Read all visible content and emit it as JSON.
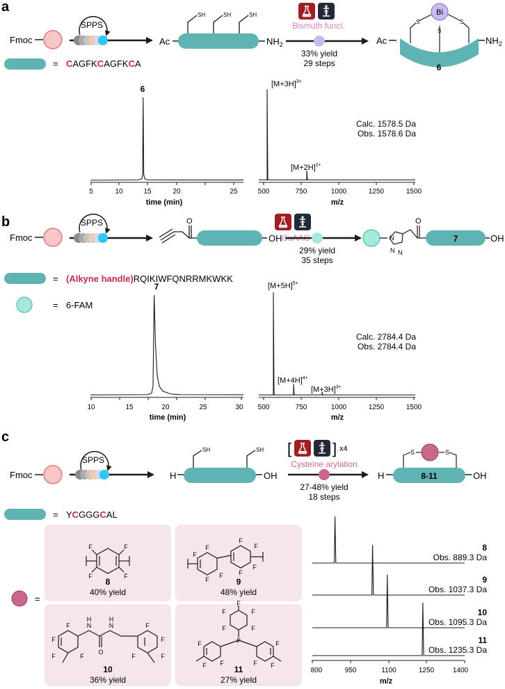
{
  "colors": {
    "peptide": "#5fb3b3",
    "fmoc_bead": "#f7c6c6",
    "fmoc_bead_stroke": "#e37a7a",
    "cys_highlight": "#c22a4a",
    "bismuth": "#c9b9f0",
    "bismuth_text": "#d97fb4",
    "fam": "#a8e8dc",
    "cysteine_arylation": "#c9678d",
    "aryl_box": "#f6e5ec",
    "icon_flask_bg": "#a01f24",
    "icon_robot_bg": "#222a3a"
  },
  "icons": [
    "flask-icon",
    "robot-arm-icon",
    "cycle-arrows-icon",
    "resin-bead-icon"
  ],
  "panel_a": {
    "letter": "a",
    "fmoc": "Fmoc",
    "spps": "SPPS",
    "linear": {
      "ac": "Ac",
      "nh2": "NH",
      "nh2_sub": "2",
      "sh": "SH"
    },
    "reaction": "Bismuth funct.",
    "yield": "33% yield",
    "steps": "29 steps",
    "product": {
      "ac": "Ac",
      "nh2": "NH",
      "nh2_sub": "2",
      "metal": "Bi",
      "s": "S",
      "label": "6"
    },
    "sequence_eq": "=",
    "sequence": [
      "C",
      "AGFK",
      "C",
      "AGFK",
      "C",
      "A"
    ],
    "hplc": {
      "label": "6",
      "xlabel": "time (min)",
      "ticks": [
        "5",
        "10",
        "15",
        "20",
        "25"
      ]
    },
    "ms": {
      "ion1": "[M+3H]",
      "ion1_sup": "3+",
      "ion2": "[M+2H]",
      "ion2_sup": "2+",
      "calc": "Calc. 1578.5 Da",
      "obs": "Obs. 1578.6 Da",
      "xlabel": "m/z",
      "ticks": [
        "500",
        "750",
        "1000",
        "1250",
        "1500"
      ]
    }
  },
  "panel_b": {
    "letter": "b",
    "fmoc": "Fmoc",
    "spps": "SPPS",
    "oh": "OH",
    "o": "O",
    "reaction": "CuAAC",
    "yield": "29% yield",
    "steps": "35 steps",
    "product_label": "7",
    "triazole_n": "N",
    "sequence_eq": "=",
    "sequence_handle": "(Alkyne handle)",
    "sequence_rest": "RQIKIWFQNRRMKWKK",
    "fam_eq": "=",
    "fam": "6-FAM",
    "hplc": {
      "label": "7",
      "xlabel": "time (min)",
      "ticks": [
        "10",
        "15",
        "20",
        "25",
        "30"
      ]
    },
    "ms": {
      "ion1": "[M+5H]",
      "ion1_sup": "5+",
      "ion2": "[M+4H]",
      "ion2_sup": "4+",
      "ion3": "[M+3H]",
      "ion3_sup": "3+",
      "calc": "Calc. 2784.4 Da",
      "obs": "Obs. 2784.4 Da",
      "xlabel": "m/z",
      "ticks": [
        "500",
        "750",
        "1000",
        "1250",
        "1500"
      ]
    }
  },
  "panel_c": {
    "letter": "c",
    "fmoc": "Fmoc",
    "spps": "SPPS",
    "h": "H",
    "oh": "OH",
    "sh": "SH",
    "s": "S",
    "repeat": "x4",
    "reaction": "Cysteine arylation",
    "yield": "27-48% yield",
    "steps": "18 steps",
    "product_label": "8-11",
    "sequence_eq": "=",
    "sequence": [
      "Y",
      "C",
      "GGG",
      "C",
      "AL"
    ],
    "aryl_eq": "=",
    "compounds": [
      {
        "id": "8",
        "yield": "40% yield"
      },
      {
        "id": "9",
        "yield": "48% yield"
      },
      {
        "id": "10",
        "yield": "36% yield"
      },
      {
        "id": "11",
        "yield": "27% yield"
      }
    ],
    "atoms": {
      "F": "F",
      "N": "N",
      "H": "H",
      "O": "O",
      "P": "P"
    },
    "ms": {
      "xlabel": "m/z",
      "ticks": [
        "800",
        "950",
        "1100",
        "1250",
        "1400"
      ],
      "traces": [
        {
          "id": "8",
          "obs": "Obs. 889.3 Da",
          "mz": 889.3
        },
        {
          "id": "9",
          "obs": "Obs. 1037.3 Da",
          "mz": 1037.3
        },
        {
          "id": "10",
          "obs": "Obs. 1095.3 Da",
          "mz": 1095.3
        },
        {
          "id": "11",
          "obs": "Obs. 1235.3 Da",
          "mz": 1235.3
        }
      ]
    }
  }
}
